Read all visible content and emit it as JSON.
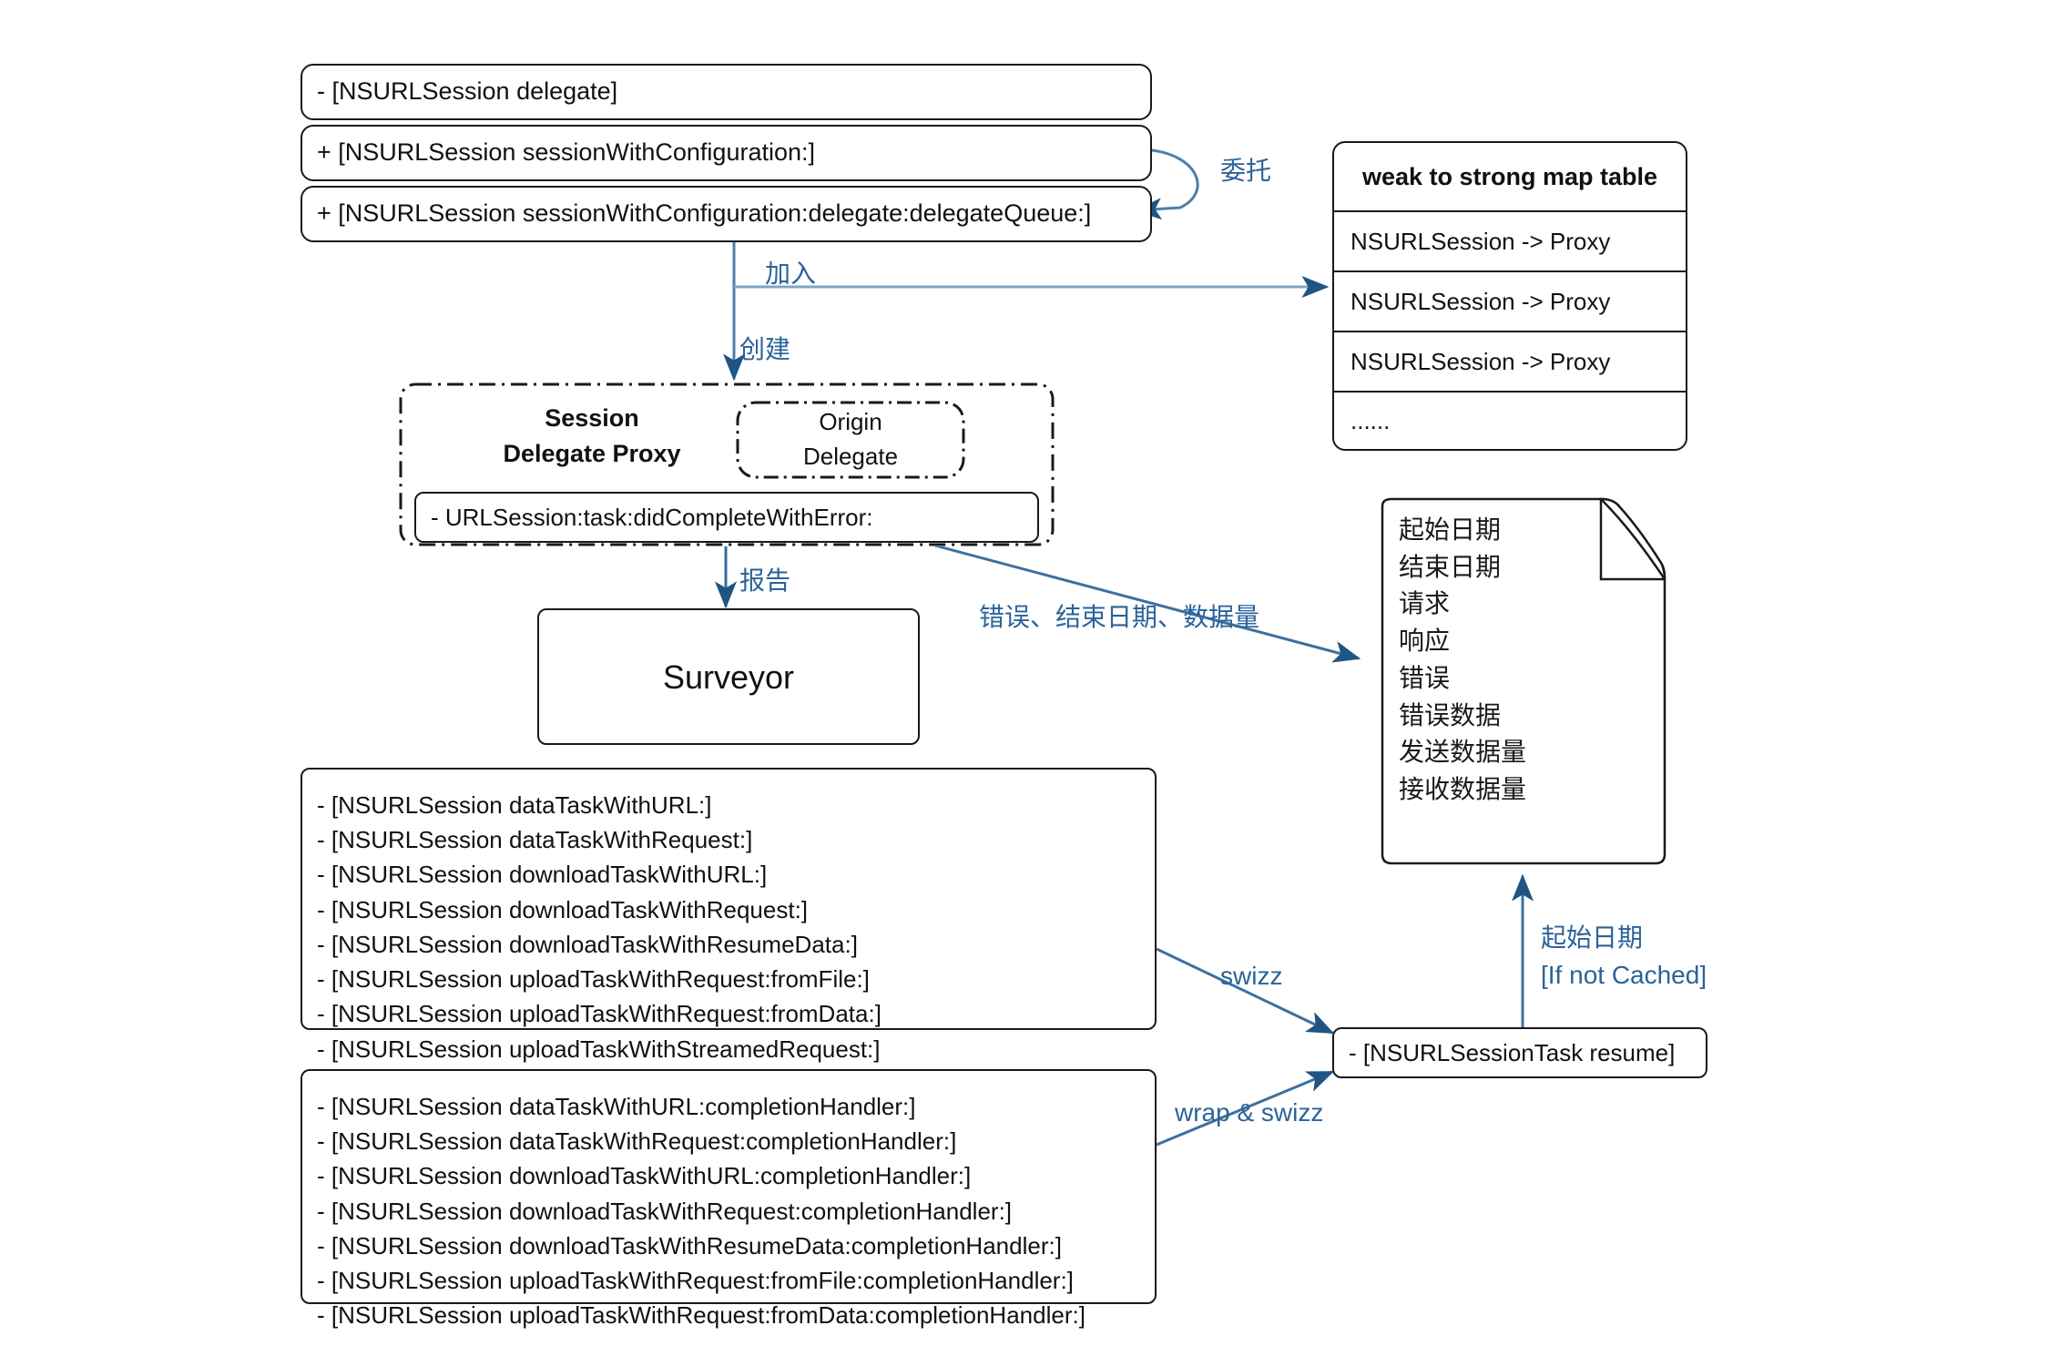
{
  "colors": {
    "arrow_line": "#4a7fae",
    "arrow_head": "#1f5582",
    "label_text": "#2b6399",
    "box_border": "#1a1a1a",
    "text": "#111111",
    "background": "#ffffff"
  },
  "top_methods": [
    {
      "label": "- [NSURLSession delegate]"
    },
    {
      "label": "+ [NSURLSession sessionWithConfiguration:]"
    },
    {
      "label": "+ [NSURLSession sessionWithConfiguration:delegate:delegateQueue:]"
    }
  ],
  "map_table": {
    "header": "weak to strong map table",
    "rows": [
      "NSURLSession -> Proxy",
      "NSURLSession -> Proxy",
      "NSURLSession -> Proxy",
      "......"
    ]
  },
  "proxy": {
    "title_line1": "Session",
    "title_line2": "Delegate Proxy",
    "origin_delegate_line1": "Origin",
    "origin_delegate_line2": "Delegate",
    "method": "- URLSession:task:didCompleteWithError:"
  },
  "surveyor": {
    "label": "Surveyor"
  },
  "note": {
    "lines": [
      "起始日期",
      "结束日期",
      "请求",
      "响应",
      "错误",
      "错误数据",
      "发送数据量",
      "接收数据量"
    ]
  },
  "task_methods": [
    "- [NSURLSession dataTaskWithURL:]",
    "- [NSURLSession dataTaskWithRequest:]",
    "- [NSURLSession downloadTaskWithURL:]",
    "- [NSURLSession downloadTaskWithRequest:]",
    "- [NSURLSession downloadTaskWithResumeData:]",
    "- [NSURLSession uploadTaskWithRequest:fromFile:]",
    "- [NSURLSession uploadTaskWithRequest:fromData:]",
    "- [NSURLSession uploadTaskWithStreamedRequest:]"
  ],
  "handler_methods": [
    "- [NSURLSession dataTaskWithURL:completionHandler:]",
    "- [NSURLSession dataTaskWithRequest:completionHandler:]",
    "- [NSURLSession downloadTaskWithURL:completionHandler:]",
    "- [NSURLSession downloadTaskWithRequest:completionHandler:]",
    "- [NSURLSession downloadTaskWithResumeData:completionHandler:]",
    "- [NSURLSession uploadTaskWithRequest:fromFile:completionHandler:]",
    "- [NSURLSession uploadTaskWithRequest:fromData:completionHandler:]"
  ],
  "resume_method": {
    "label": "- [NSURLSessionTask resume]"
  },
  "connectors": {
    "delegate": "委托",
    "join": "加入",
    "create": "创建",
    "report": "报告",
    "error_end_date_data": "错误、结束日期、数据量",
    "swizz": "swizz",
    "wrap_and_swizz": "wrap & swizz",
    "start_date": "起始日期",
    "if_not_cached": "[If not Cached]"
  }
}
